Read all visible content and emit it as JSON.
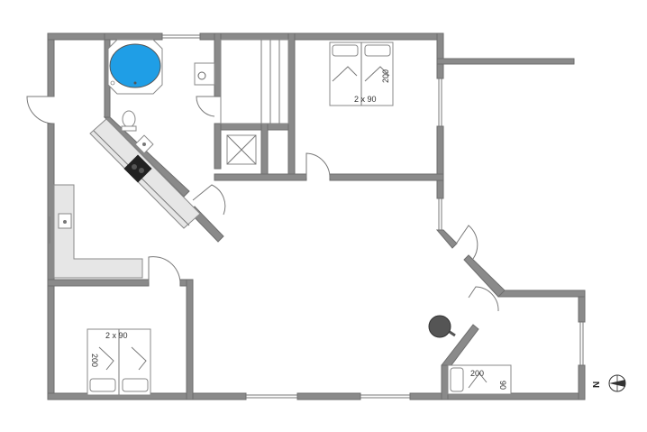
{
  "rooms": {
    "bedroom_top": {
      "bed_width_label": "2 x 90",
      "bed_length_label": "200"
    },
    "bedroom_bottom_left": {
      "bed_width_label": "2 x 90",
      "bed_length_label": "200"
    },
    "bedroom_bottom_right": {
      "bed_width_label": "90",
      "bed_length_label": "200"
    }
  },
  "compass": {
    "label": "N"
  },
  "colors": {
    "wall": "#8a8a8a",
    "pool_water": "#1f9ee6",
    "counter": "#e6e6e6",
    "stove": "#222222",
    "stove_pole": "#555555"
  },
  "icons": [
    "whirlpool-tub-icon",
    "toilet-icon",
    "sink-icon",
    "shower-icon",
    "stove-icon",
    "washing-machine-icon",
    "wood-stove-icon",
    "compass-icon",
    "double-bed-icon",
    "single-bed-icon"
  ]
}
